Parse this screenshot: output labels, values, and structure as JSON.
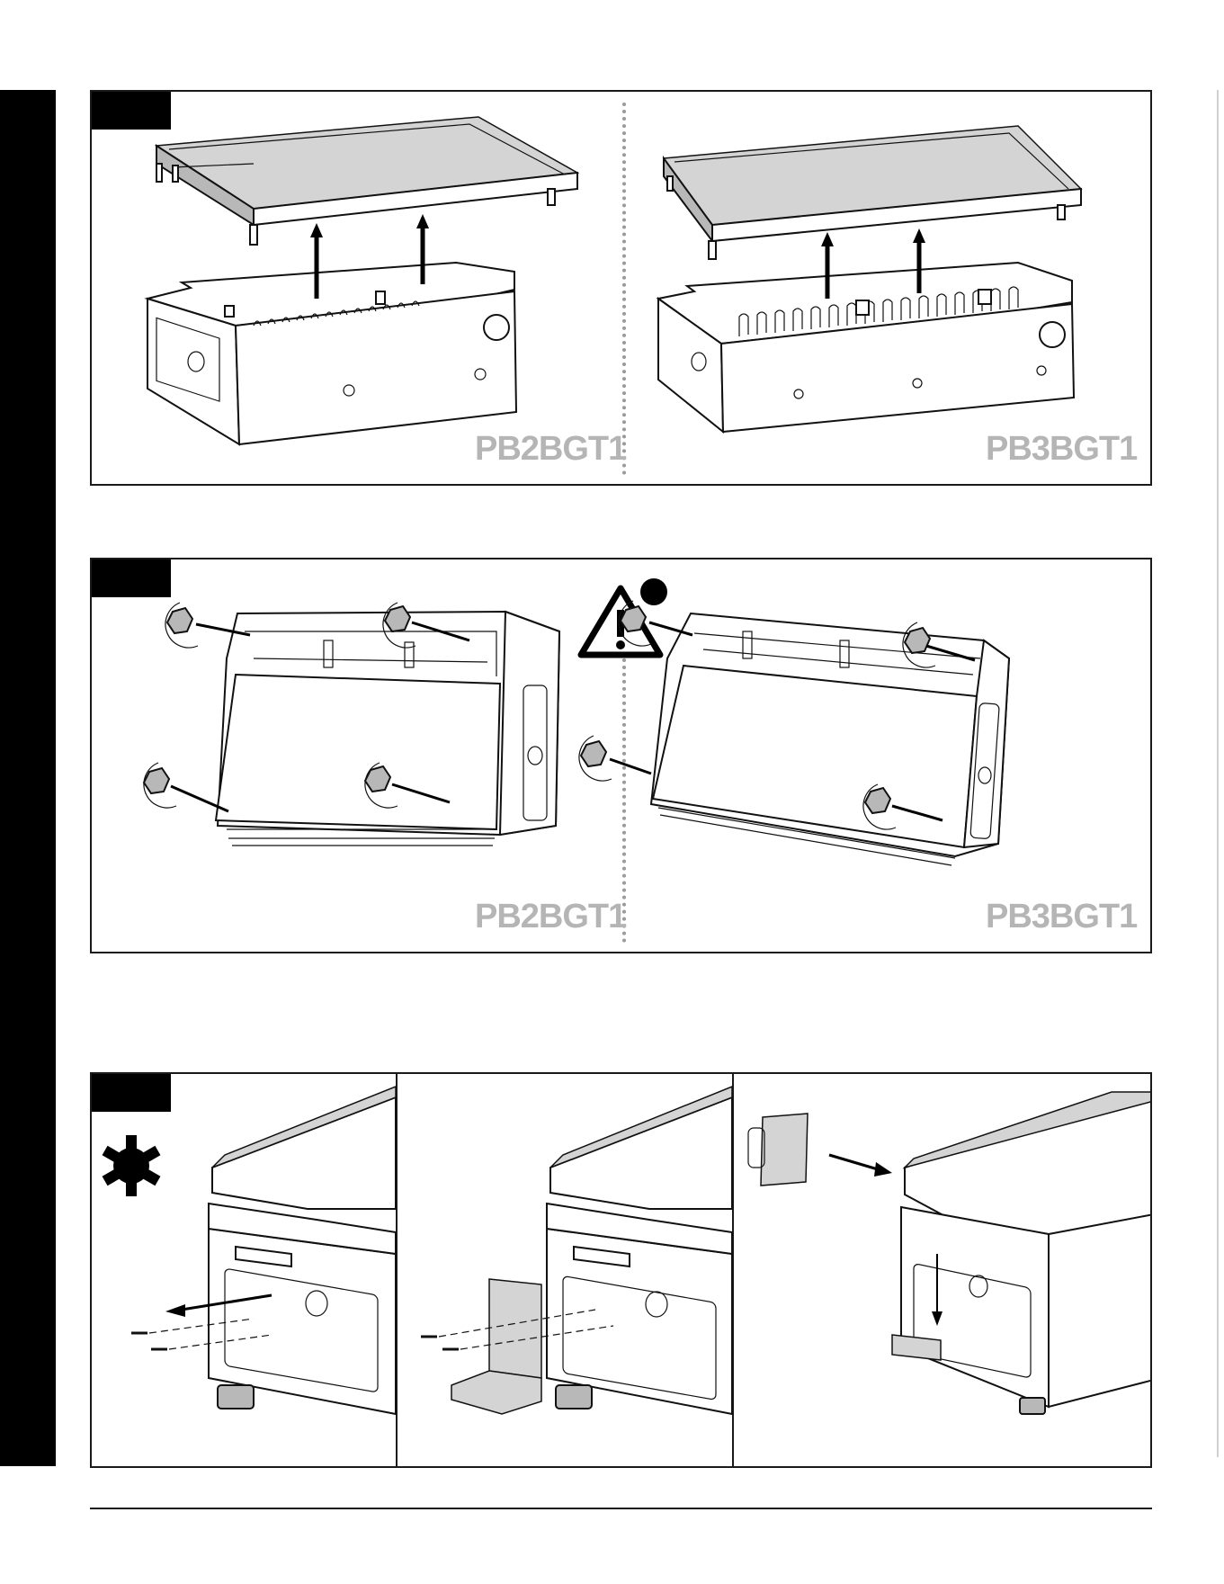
{
  "panels": {
    "step1": {
      "left_model": "PB2BGT1",
      "right_model": "PB3BGT1"
    },
    "step2": {
      "left_model": "PB2BGT1",
      "right_model": "PB3BGT1"
    }
  },
  "icons": {
    "warning": "warning-triangle-icon",
    "tool": "hex-key-icon"
  },
  "colors": {
    "model_label": "#b5b5b5",
    "strip": "#000000"
  }
}
